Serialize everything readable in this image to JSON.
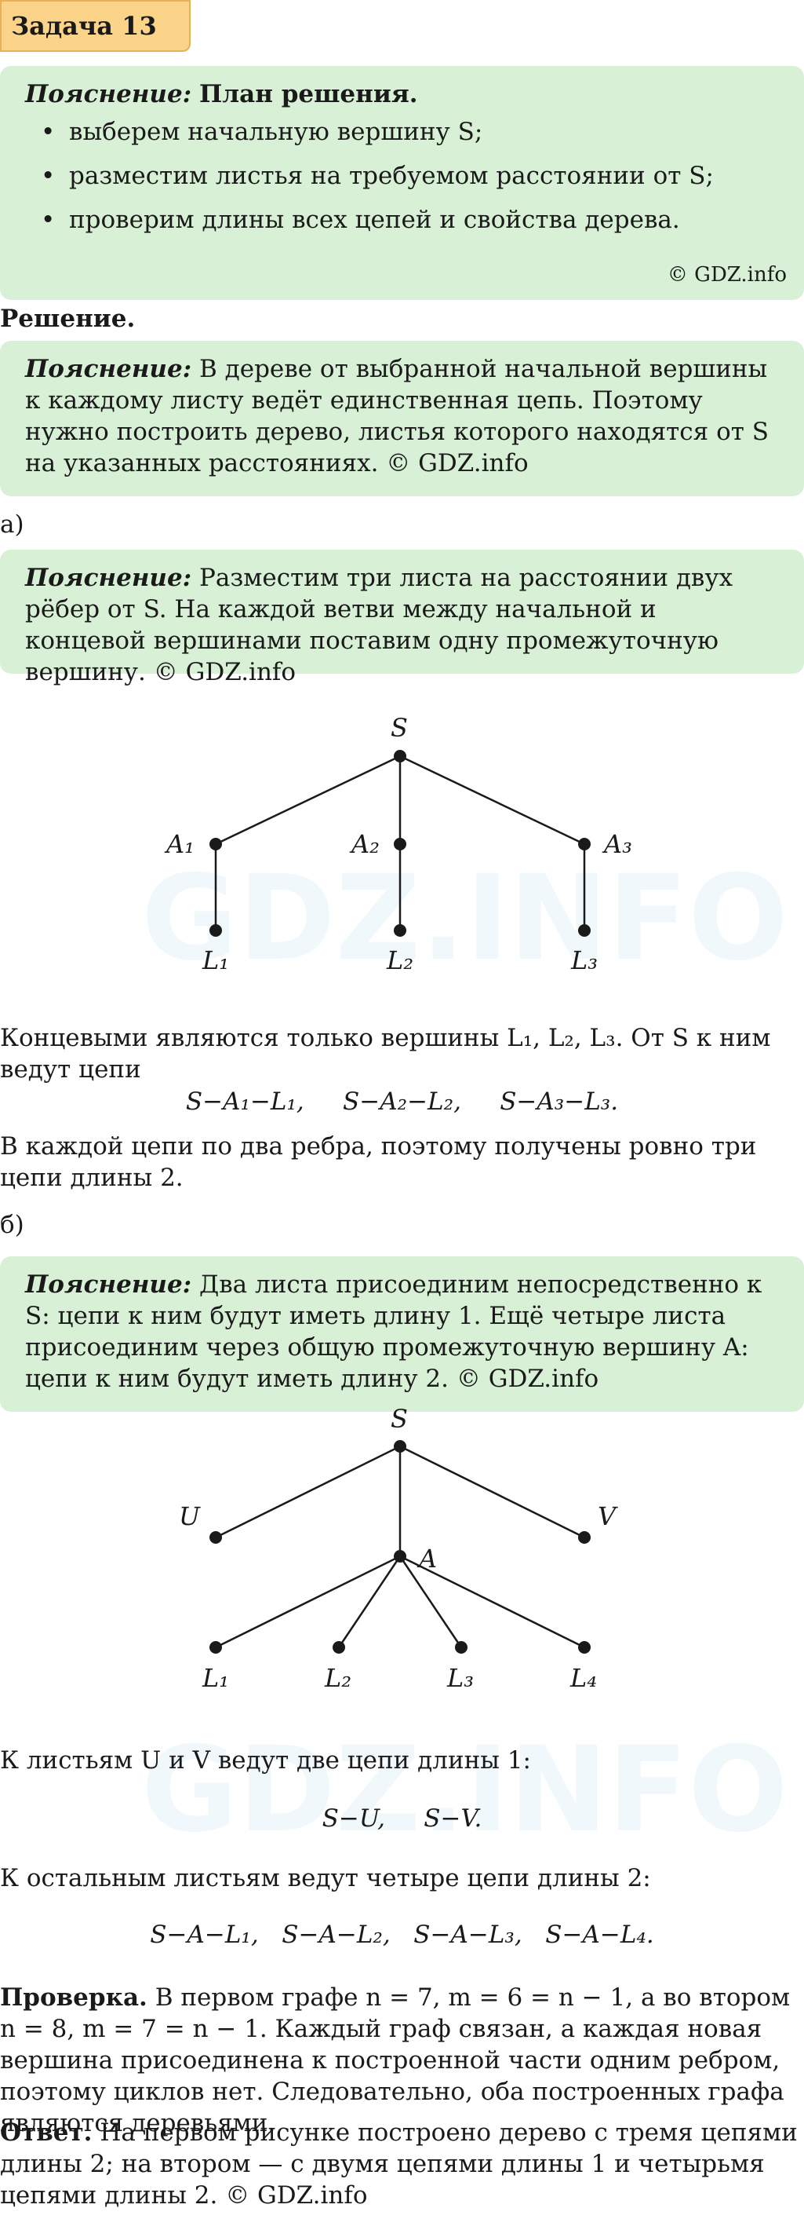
{
  "task_title": "Задача 13",
  "note1": {
    "label": "Пояснение:",
    "heading": "План решения.",
    "items": [
      {
        "bullet": "•",
        "text": "выберем начальную вершину S;"
      },
      {
        "bullet": "•",
        "text": "разместим листья на требуемом расстоянии от S;"
      },
      {
        "bullet": "•",
        "text": "проверим длины всех цепей и свойства дерева."
      }
    ],
    "copyright": "© GDZ.info"
  },
  "solution_heading": "Решение.",
  "note2": {
    "label": "Пояснение:",
    "text": "В дереве от выбранной начальной вершины к каждому листу ведёт единственная цепь. Поэтому нужно построить дерево, листья которого находятся от S на указанных расстояниях. © GDZ.info"
  },
  "part_a_label": "а)",
  "note3": {
    "label": "Пояснение:",
    "text": "Разместим три листа на расстоянии двух рёбер от S. На каждой ветви между начальной и концевой вершинами поставим одну промежуточную вершину. © GDZ.info"
  },
  "graph_a": {
    "labels": {
      "S": "S",
      "A1": "A₁",
      "A2": "A₂",
      "A3": "A₃",
      "L1": "L₁",
      "L2": "L₂",
      "L3": "L₃"
    }
  },
  "text_a1": "Концевыми являются только вершины L₁, L₂, L₃. От S к ним ведут цепи",
  "formula_a": "S−A₁−L₁,     S−A₂−L₂,     S−A₃−L₃.",
  "text_a2": "В каждой цепи по два ребра, поэтому получены ровно три цепи длины 2.",
  "part_b_label": "б)",
  "note4": {
    "label": "Пояснение:",
    "text": "Два листа присоединим непосредственно к S: цепи к ним будут иметь длину 1. Ещё четыре листа присоединим через общую промежуточную вершину A: цепи к ним будут иметь длину 2. © GDZ.info"
  },
  "graph_b": {
    "labels": {
      "S": "S",
      "U": "U",
      "V": "V",
      "A": "A",
      "L1": "L₁",
      "L2": "L₂",
      "L3": "L₃",
      "L4": "L₄"
    }
  },
  "text_b1": "К листьям U и V ведут две цепи длины 1:",
  "formula_b1": "S−U,     S−V.",
  "text_b2": "К остальным листьям ведут четыре цепи длины 2:",
  "formula_b2": "S−A−L₁,   S−A−L₂,   S−A−L₃,   S−A−L₄.",
  "check": {
    "label": "Проверка.",
    "text": "В первом графе n = 7, m = 6 = n − 1, а во втором n = 8, m = 7 = n − 1. Каждый граф связан, а каждая новая вершина присоединена к построенной части одним ребром, поэтому циклов нет. Следовательно, оба построенных графа являются деревьями."
  },
  "answer": {
    "label": "Ответ.",
    "text": "На первом рисунке построено дерево с тремя цепями длины 2; на втором — с двумя цепями длины 1 и четырьмя цепями длины 2. © GDZ.info"
  },
  "watermark": "GDZ.INFO"
}
